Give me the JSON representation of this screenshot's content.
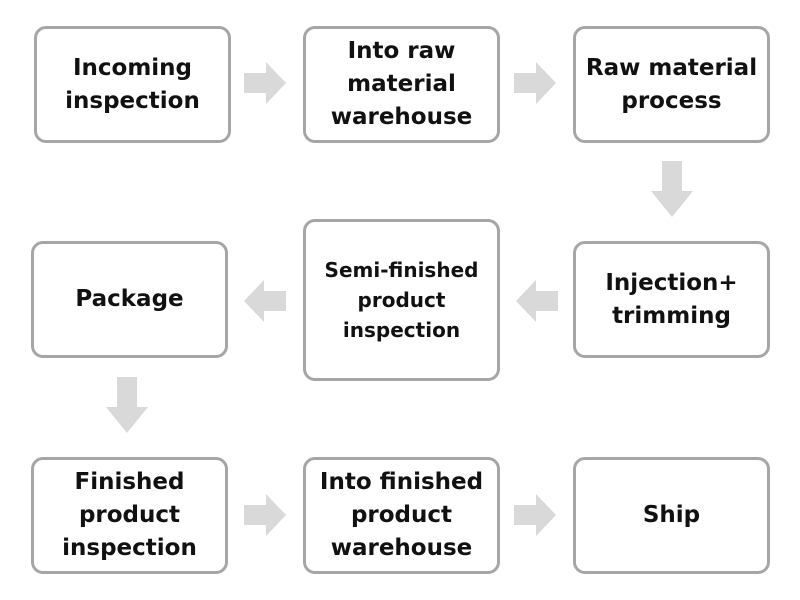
{
  "nodes": {
    "incoming_inspection": "Incoming\ninspection",
    "into_raw_material_warehouse": "Into raw\nmaterial\nwarehouse",
    "raw_material_process": "Raw material\nprocess",
    "injection_trimming": "Injection+\ntrimming",
    "semi_finished_inspection": "Semi-finished\nproduct\ninspection",
    "package": "Package",
    "finished_product_inspection": "Finished\nproduct\ninspection",
    "into_finished_product_warehouse": "Into finished\nproduct\nwarehouse",
    "ship": "Ship"
  },
  "colors": {
    "box_border": "#a6a6a6",
    "arrow_fill": "#d9d9d9",
    "text": "#111111"
  }
}
